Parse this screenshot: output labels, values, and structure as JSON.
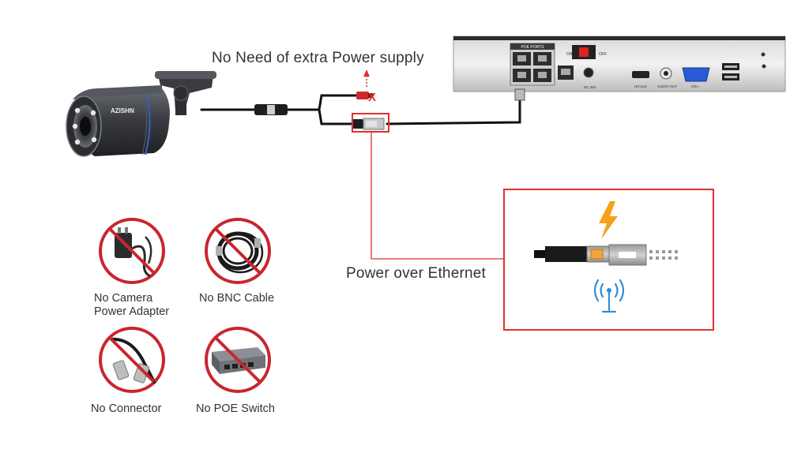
{
  "labels": {
    "no_extra_power": "No Need of extra Power supply",
    "poe_label": "Power over Ethernet",
    "x_mark": "X",
    "no_adapter_line1": "No Camera",
    "no_adapter_line2": "Power Adapter",
    "no_bnc": "No BNC Cable",
    "no_connector": "No Connector",
    "no_poe_switch": "No POE Switch"
  },
  "camera": {
    "brand": "AZISHN"
  },
  "nvr": {
    "poe_ports_label": "POE PORTS",
    "on_label": "ON",
    "off_label": "OFF",
    "dc_label": "DC 48V",
    "hdmi_label": "HD-port",
    "audio_label": "AUDIO OUT",
    "vga_label": "VGA"
  },
  "icons": {
    "camera": "bullet-camera-icon",
    "nvr": "nvr-recorder-icon",
    "power_adapter": "power-adapter-icon",
    "bnc_cable": "bnc-cable-icon",
    "bnc_connector": "bnc-connector-icon",
    "poe_switch": "poe-switch-icon",
    "lightning": "lightning-icon",
    "antenna": "signal-antenna-icon",
    "rj45": "rj45-plug-icon"
  },
  "colors": {
    "prohibit_red": "#c8262e",
    "highlight_red": "#e0302f",
    "lightning_orange": "#f4a21a",
    "signal_blue": "#2e8fd8",
    "cable_black": "#111111",
    "text_gray": "#333333"
  }
}
